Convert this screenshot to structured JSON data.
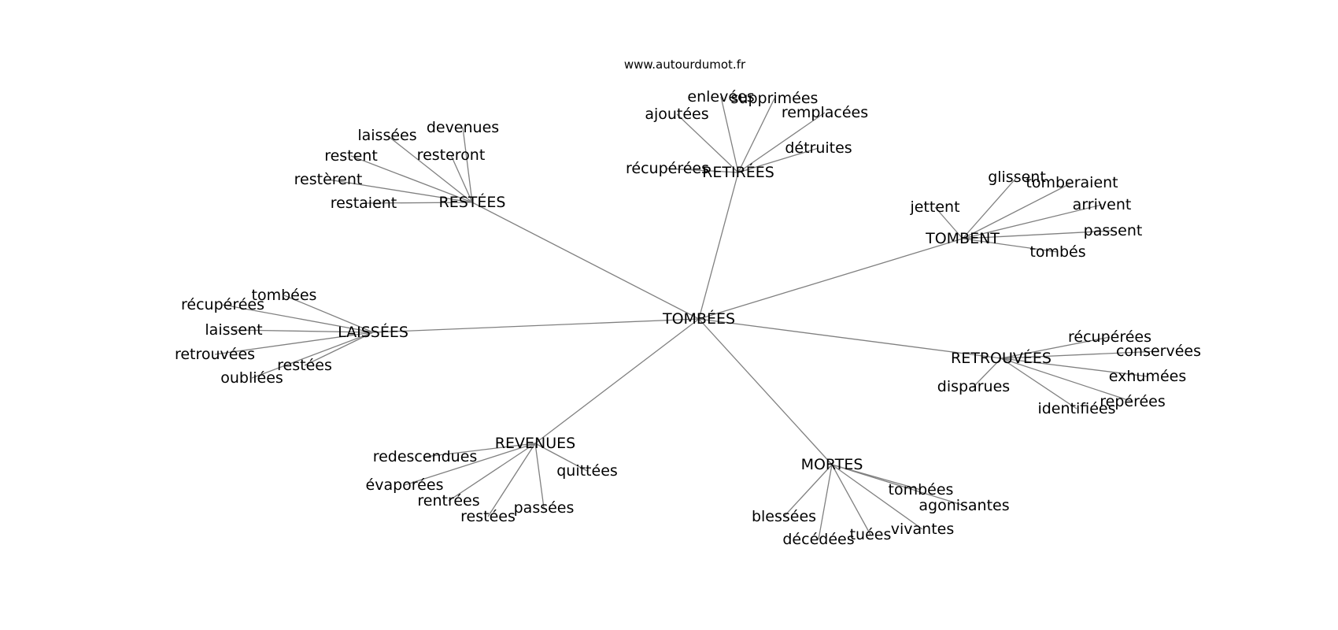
{
  "source_text": "www.autourdumot.fr",
  "center": "TOMBÉES",
  "edge_color": "#808080",
  "text_color": "#000000",
  "clusters": [
    {
      "hub": "RESTÉES",
      "leaves": [
        "devenues",
        "laissées",
        "resteront",
        "restent",
        "restèrent",
        "restaient"
      ]
    },
    {
      "hub": "RETIRÉES",
      "leaves": [
        "enlevées",
        "supprimées",
        "ajoutées",
        "remplacées",
        "détruites",
        "récupérées"
      ]
    },
    {
      "hub": "TOMBENT",
      "leaves": [
        "glissent",
        "tomberaient",
        "jettent",
        "arrivent",
        "passent",
        "tombés"
      ]
    },
    {
      "hub": "LAISSÉES",
      "leaves": [
        "tombées",
        "récupérées",
        "laissent",
        "retrouvées",
        "restées",
        "oubliées"
      ]
    },
    {
      "hub": "RETROUVÉES",
      "leaves": [
        "récupérées",
        "conservées",
        "exhumées",
        "disparues",
        "repérées",
        "identifiées"
      ]
    },
    {
      "hub": "REVENUES",
      "leaves": [
        "redescendues",
        "quittées",
        "évaporées",
        "rentrées",
        "passées",
        "restées"
      ]
    },
    {
      "hub": "MORTES",
      "leaves": [
        "tombées",
        "agonisantes",
        "blessées",
        "vivantes",
        "tuées",
        "décédées"
      ]
    }
  ]
}
